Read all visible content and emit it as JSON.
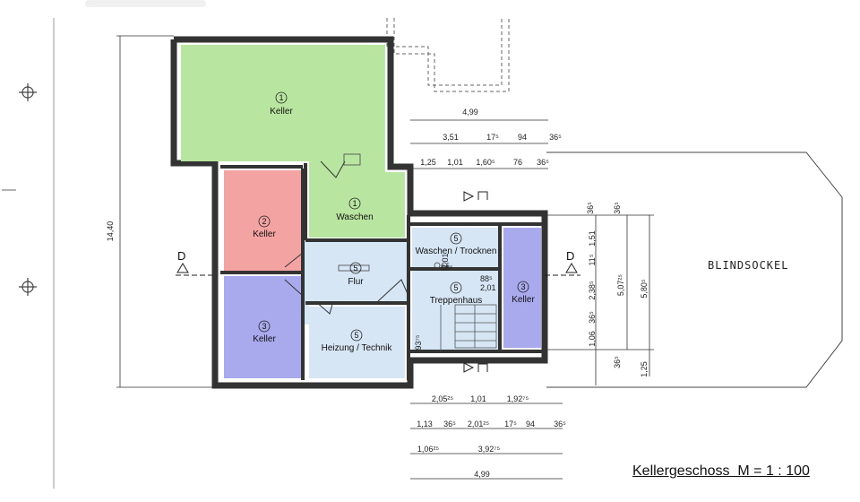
{
  "title": "Kellergeschoss  M = 1 : 100",
  "blindsockel": "BLINDSOCKEL",
  "section_marks": {
    "left": "D",
    "right": "D"
  },
  "colors": {
    "keller_green": "#b8e6a0",
    "keller_red": "#f4a3a3",
    "keller_blue": "#a9a9ee",
    "flur_blue": "#d6e6f4",
    "wall": "#333333"
  },
  "rooms": [
    {
      "num": "1",
      "name": "Keller"
    },
    {
      "num": "1",
      "name": "Waschen"
    },
    {
      "num": "2",
      "name": "Keller"
    },
    {
      "num": "5",
      "name": "Flur"
    },
    {
      "num": "3",
      "name": "Keller"
    },
    {
      "num": "5",
      "name": "Heizung / Technik"
    },
    {
      "num": "5",
      "name": "Waschen / Trocknen"
    },
    {
      "num": "5",
      "name": "Treppenhaus"
    },
    {
      "num": "3",
      "name": "Keller"
    }
  ],
  "dims_top": [
    "4,99",
    "3,51",
    "17⁵",
    "94",
    "36⁵",
    "1,25",
    "1,01",
    "1,60⁵",
    "76",
    "36⁵"
  ],
  "dims_bottom": [
    "2,05²⁵",
    "1,01",
    "1,92⁷⁵",
    "1,13",
    "36⁵",
    "2,01²⁵",
    "17⁵",
    "94",
    "36⁵",
    "1,06²⁵",
    "3,92⁷⁵",
    "4,99"
  ],
  "dims_right": [
    "36⁵",
    "36⁵",
    "1,51",
    "11⁵",
    "2,38⁵",
    "36⁵",
    "1,06",
    "5,07²⁵",
    "5,80⁵",
    "36⁵",
    "1,25"
  ],
  "dims_left": [
    "14,40"
  ],
  "dims_misc": [
    "93⁷⁵",
    "88⁵",
    "2,01",
    "88⁵",
    "2,01"
  ]
}
